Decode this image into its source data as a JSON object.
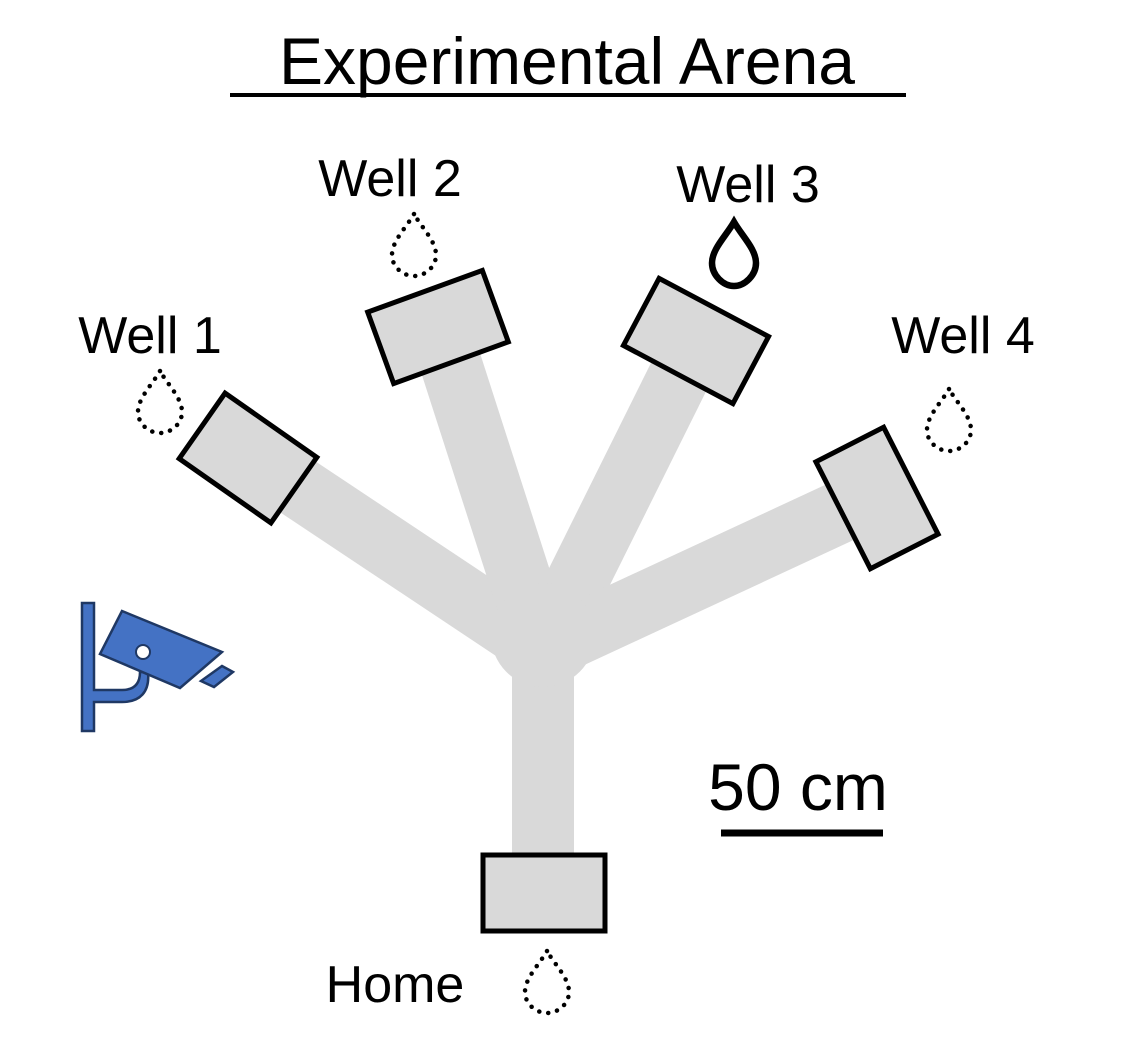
{
  "title": "Experimental Arena",
  "wells": [
    {
      "id": "well-1",
      "label": "Well 1",
      "reward": "dotted"
    },
    {
      "id": "well-2",
      "label": "Well 2",
      "reward": "dotted"
    },
    {
      "id": "well-3",
      "label": "Well 3",
      "reward": "solid"
    },
    {
      "id": "well-4",
      "label": "Well 4",
      "reward": "dotted"
    },
    {
      "id": "home",
      "label": "Home",
      "reward": "dotted"
    }
  ],
  "scale_bar": {
    "label": "50 cm"
  },
  "icons": {
    "camera": "security-camera-icon",
    "drop": "water-drop-icon"
  },
  "colors": {
    "arm": "#d9d9d9",
    "outline": "#000000",
    "camera": "#4472c4"
  }
}
